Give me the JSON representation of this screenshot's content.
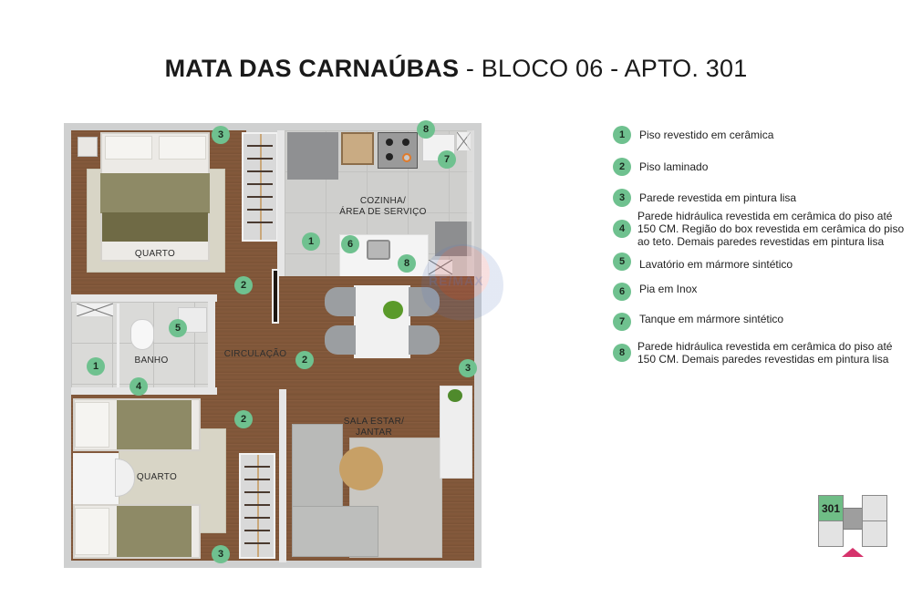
{
  "header": {
    "title_bold": "MATA DAS CARNAÚBAS",
    "title_rest": " - BLOCO 06 - APTO. 301"
  },
  "rooms": {
    "quarto_1": "QUARTO",
    "cozinha_line1": "COZINHA/",
    "cozinha_line2": "ÁREA DE SERVIÇO",
    "banho": "BANHO",
    "circulacao": "CIRCULAÇÃO",
    "quarto_2": "QUARTO",
    "sala_line1": "SALA ESTAR/",
    "sala_line2": "JANTAR"
  },
  "plan_badges": [
    {
      "n": "3",
      "where": "quarto-top"
    },
    {
      "n": "8",
      "where": "cozinha-top"
    },
    {
      "n": "7",
      "where": "tanque"
    },
    {
      "n": "1",
      "where": "cozinha-floor"
    },
    {
      "n": "6",
      "where": "pia"
    },
    {
      "n": "8",
      "where": "pia-wall"
    },
    {
      "n": "2",
      "where": "quarto-door"
    },
    {
      "n": "5",
      "where": "lavatorio"
    },
    {
      "n": "1",
      "where": "box"
    },
    {
      "n": "4",
      "where": "banho-wall"
    },
    {
      "n": "2",
      "where": "circulacao"
    },
    {
      "n": "3",
      "where": "sala-wall"
    },
    {
      "n": "2",
      "where": "quarto2-door"
    },
    {
      "n": "3",
      "where": "quarto2-bottom"
    }
  ],
  "legend": [
    {
      "n": "1",
      "text": "Piso revestido em cerâmica"
    },
    {
      "n": "2",
      "text": "Piso laminado"
    },
    {
      "n": "3",
      "text": "Parede revestida em pintura lisa"
    },
    {
      "n": "4",
      "text": "Parede hidráulica revestida em cerâmica do piso até 150 CM. Região do box revestida em cerâmica do piso ao teto. Demais paredes revestidas em pintura lisa"
    },
    {
      "n": "5",
      "text": "Lavatório em mármore sintético"
    },
    {
      "n": "6",
      "text": "Pia em Inox"
    },
    {
      "n": "7",
      "text": "Tanque em mármore sintético"
    },
    {
      "n": "8",
      "text": "Parede hidráulica revestida em cerâmica do piso até 150 CM. Demais paredes revestidas em pintura lisa"
    }
  ],
  "keyplan": {
    "unit": "301"
  },
  "colors": {
    "badge": "#6fc18f",
    "keyplan_active": "#6fbd86",
    "keyplan_arrow": "#d6336c"
  }
}
